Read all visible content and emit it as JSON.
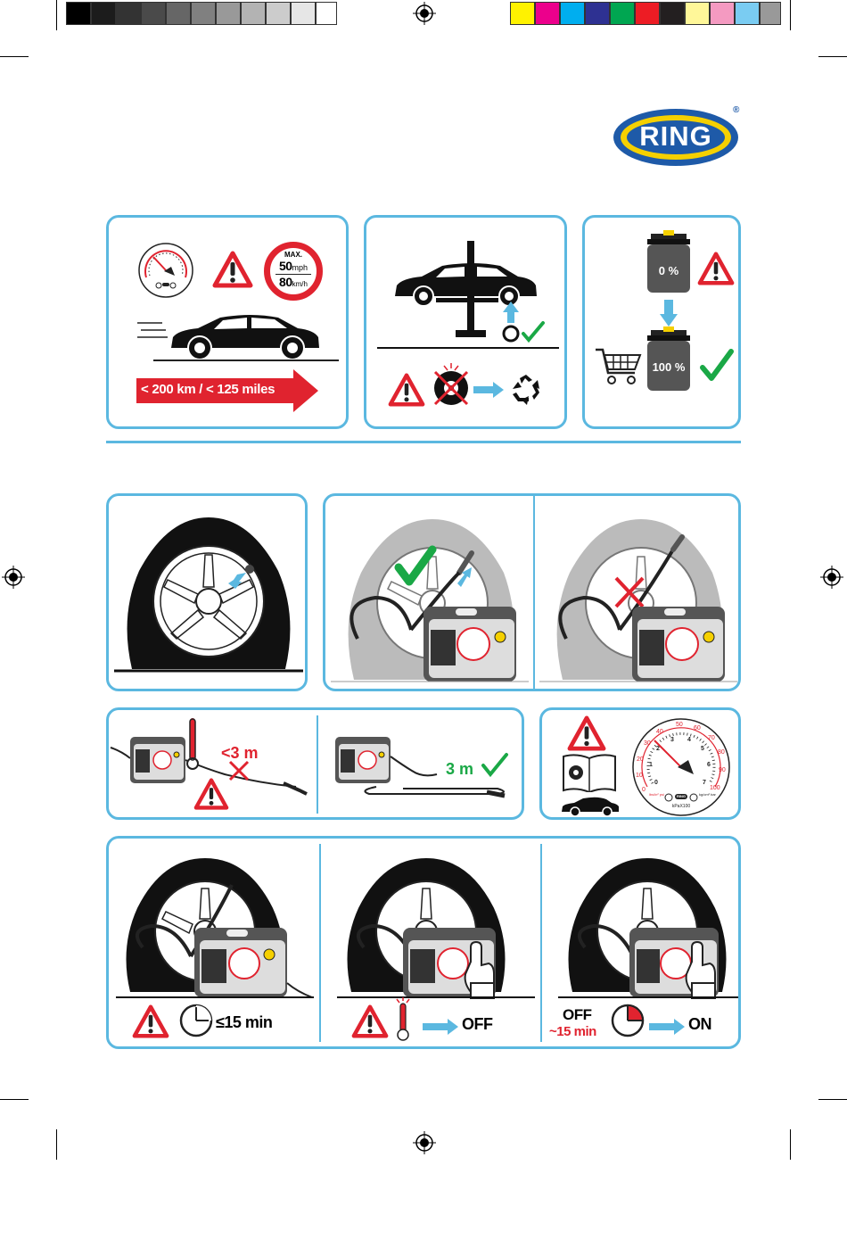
{
  "brand": {
    "logo_text": "RING",
    "registered_mark": "®"
  },
  "colors": {
    "panel_border": "#5bb8e0",
    "warning_red": "#e0232f",
    "ok_green": "#1aa846",
    "arrow_blue": "#5bb8e0",
    "logo_blue": "#1e5aa8",
    "logo_yellow": "#f5d000"
  },
  "speed_sign": {
    "max_label": "MAX.",
    "speed_mph": "50",
    "unit_mph": "mph",
    "speed_kmh": "80",
    "unit_kmh": "km/h"
  },
  "distance_banner": {
    "text": "< 200 km / < 125 miles"
  },
  "sealant": {
    "empty_label": "0 %",
    "full_label": "100 %"
  },
  "cable": {
    "short_label": "<3 m",
    "long_label": "3 m"
  },
  "timers": {
    "run_limit": "≤15 min",
    "cooldown": "~15 min"
  },
  "switch": {
    "off_label": "OFF",
    "on_label": "ON"
  },
  "gauge": {
    "psi_ticks": [
      "0",
      "10",
      "20",
      "30",
      "40",
      "50",
      "60",
      "70",
      "80",
      "90",
      "100"
    ],
    "bar_ticks": [
      "0",
      "1",
      "2",
      "3",
      "4",
      "5",
      "6",
      "7"
    ],
    "unit_left": "lbs/in² psi",
    "unit_right": "kg/cm² bar",
    "unit_bottom": "kPaX100",
    "badge": "RING"
  }
}
